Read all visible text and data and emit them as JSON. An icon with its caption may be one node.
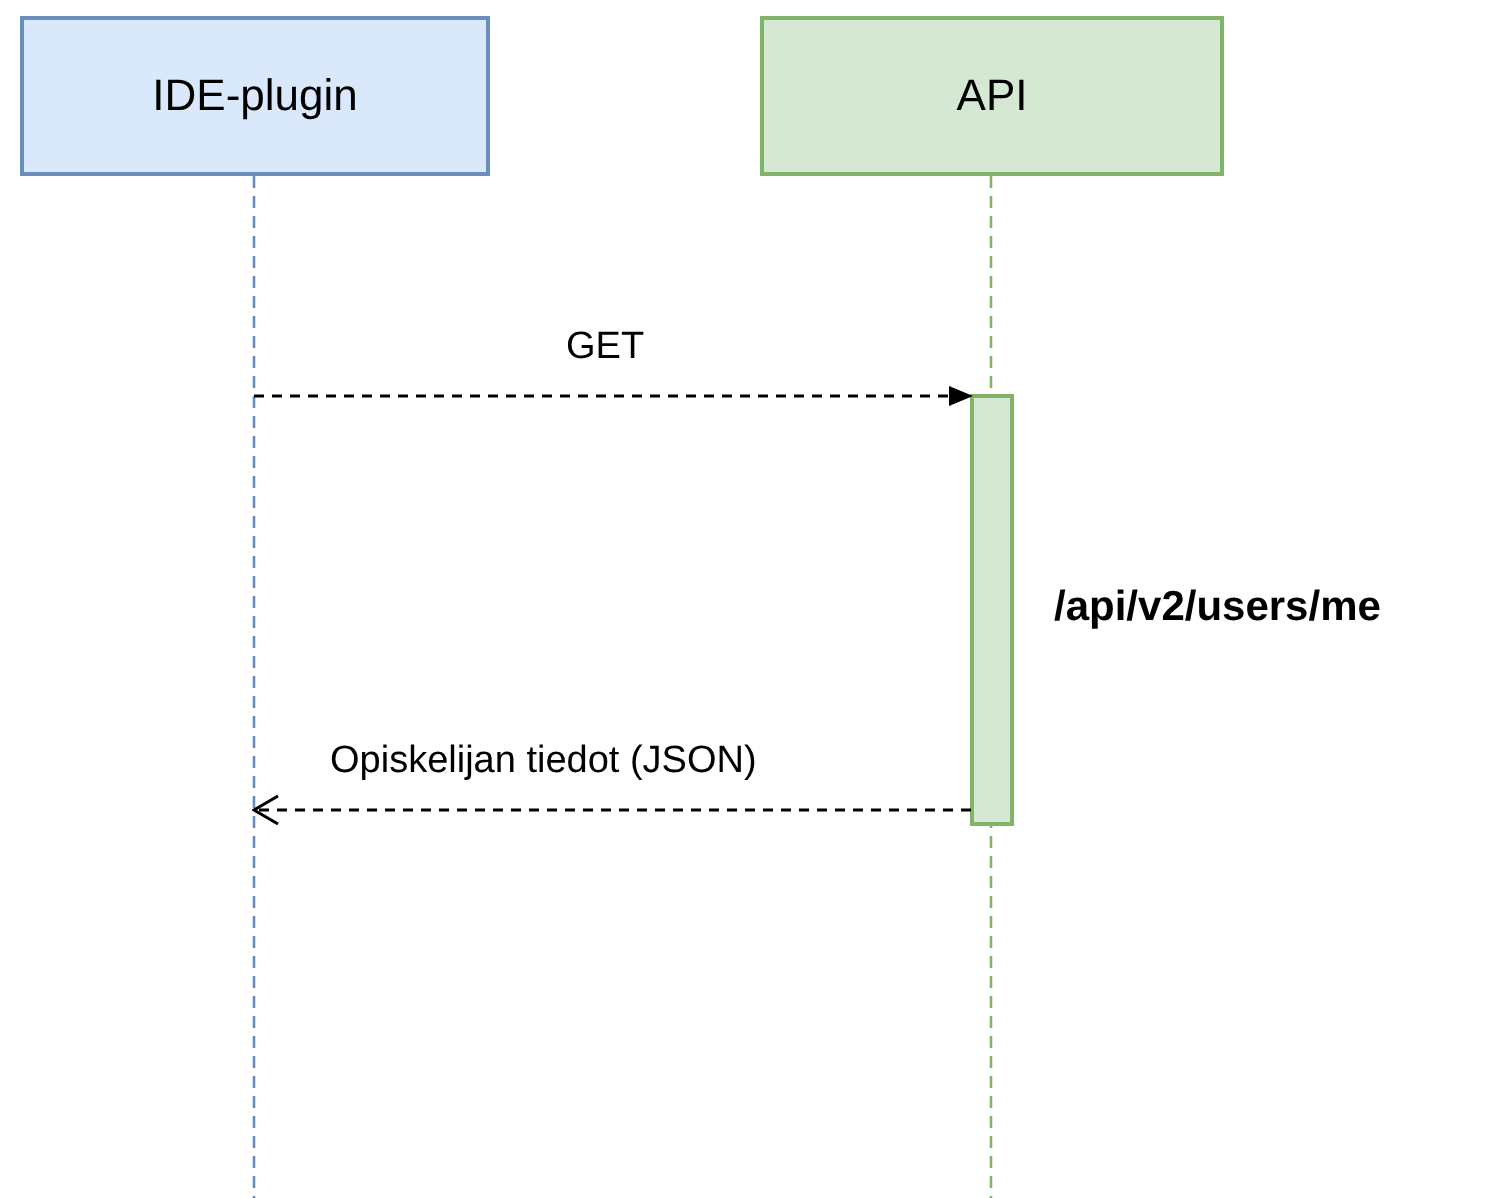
{
  "diagram": {
    "nodes": [
      {
        "text": [
          "IDE-plugin"
        ]
      },
      {
        "text": [
          "API"
        ]
      },
      {
        "text": [],
        "shape": "bar",
        "in": 1
      }
    ],
    "edges": [
      {
        "from": 0,
        "to": 2,
        "arrow": "to",
        "label": "GET",
        "style": "dashed"
      },
      {
        "from": 2,
        "to": 0,
        "arrow": "to",
        "label": "Opiskelijan tiedot (JSON)",
        "style": "dashed"
      }
    ],
    "labels": [
      "/api/v2/users/me"
    ]
  }
}
